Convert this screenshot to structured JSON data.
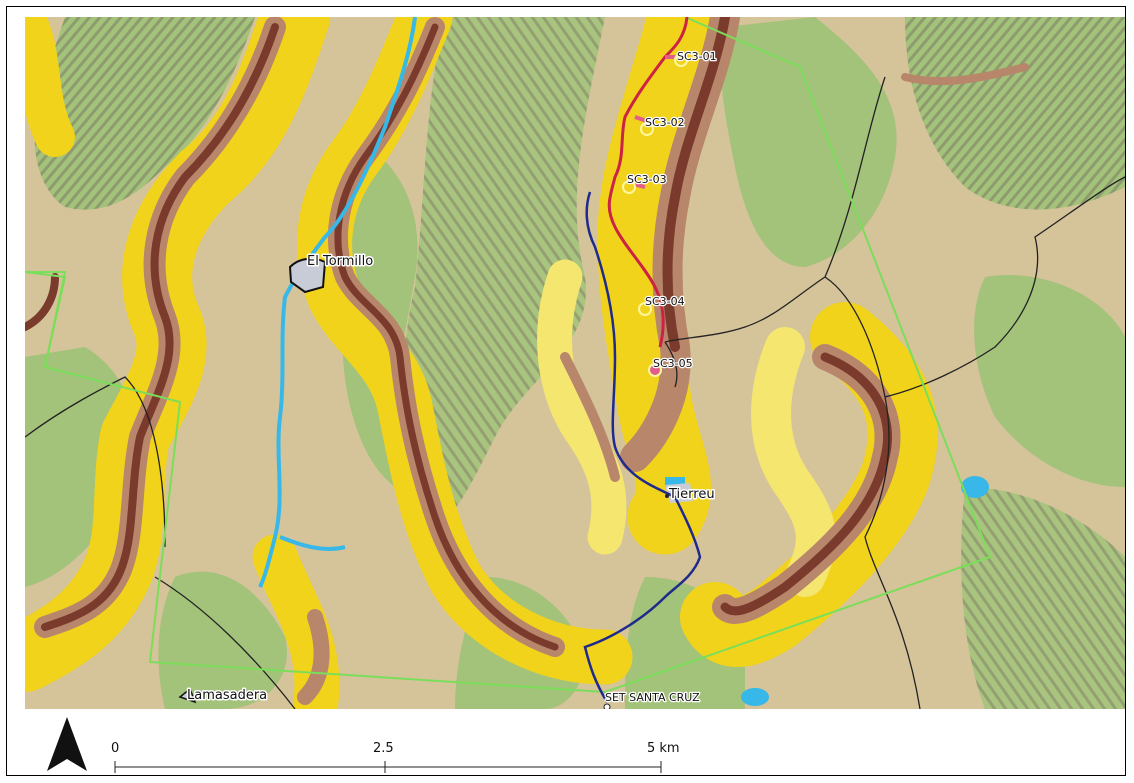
{
  "map": {
    "places": {
      "el_tormillo": "El Tormillo",
      "tierreu": "Tierreu",
      "lamasadera": "Lamasadera",
      "set_santa_cruz": "SET SANTA CRUZ"
    },
    "turbines": [
      "SC3-01",
      "SC3-02",
      "SC3-03",
      "SC3-04",
      "SC3-05"
    ],
    "colors": {
      "green_area": "#a3c27a",
      "green_dark": "#8e9b6e",
      "tan": "#d5c39a",
      "yellow": "#f2d31b",
      "yellow_light": "#f5e670",
      "brown": "#b8866b",
      "brown_dark": "#7a3a2c",
      "river": "#38b8e8",
      "study_area": "#7bde5a",
      "boundary": "#222222",
      "evacuation_line": "#1e2a8c",
      "access_road": "#cc2244"
    }
  },
  "scalebar": {
    "ticks": [
      "0",
      "2.5",
      "5 km"
    ]
  },
  "north_arrow": {
    "icon": "north-arrow-icon"
  }
}
